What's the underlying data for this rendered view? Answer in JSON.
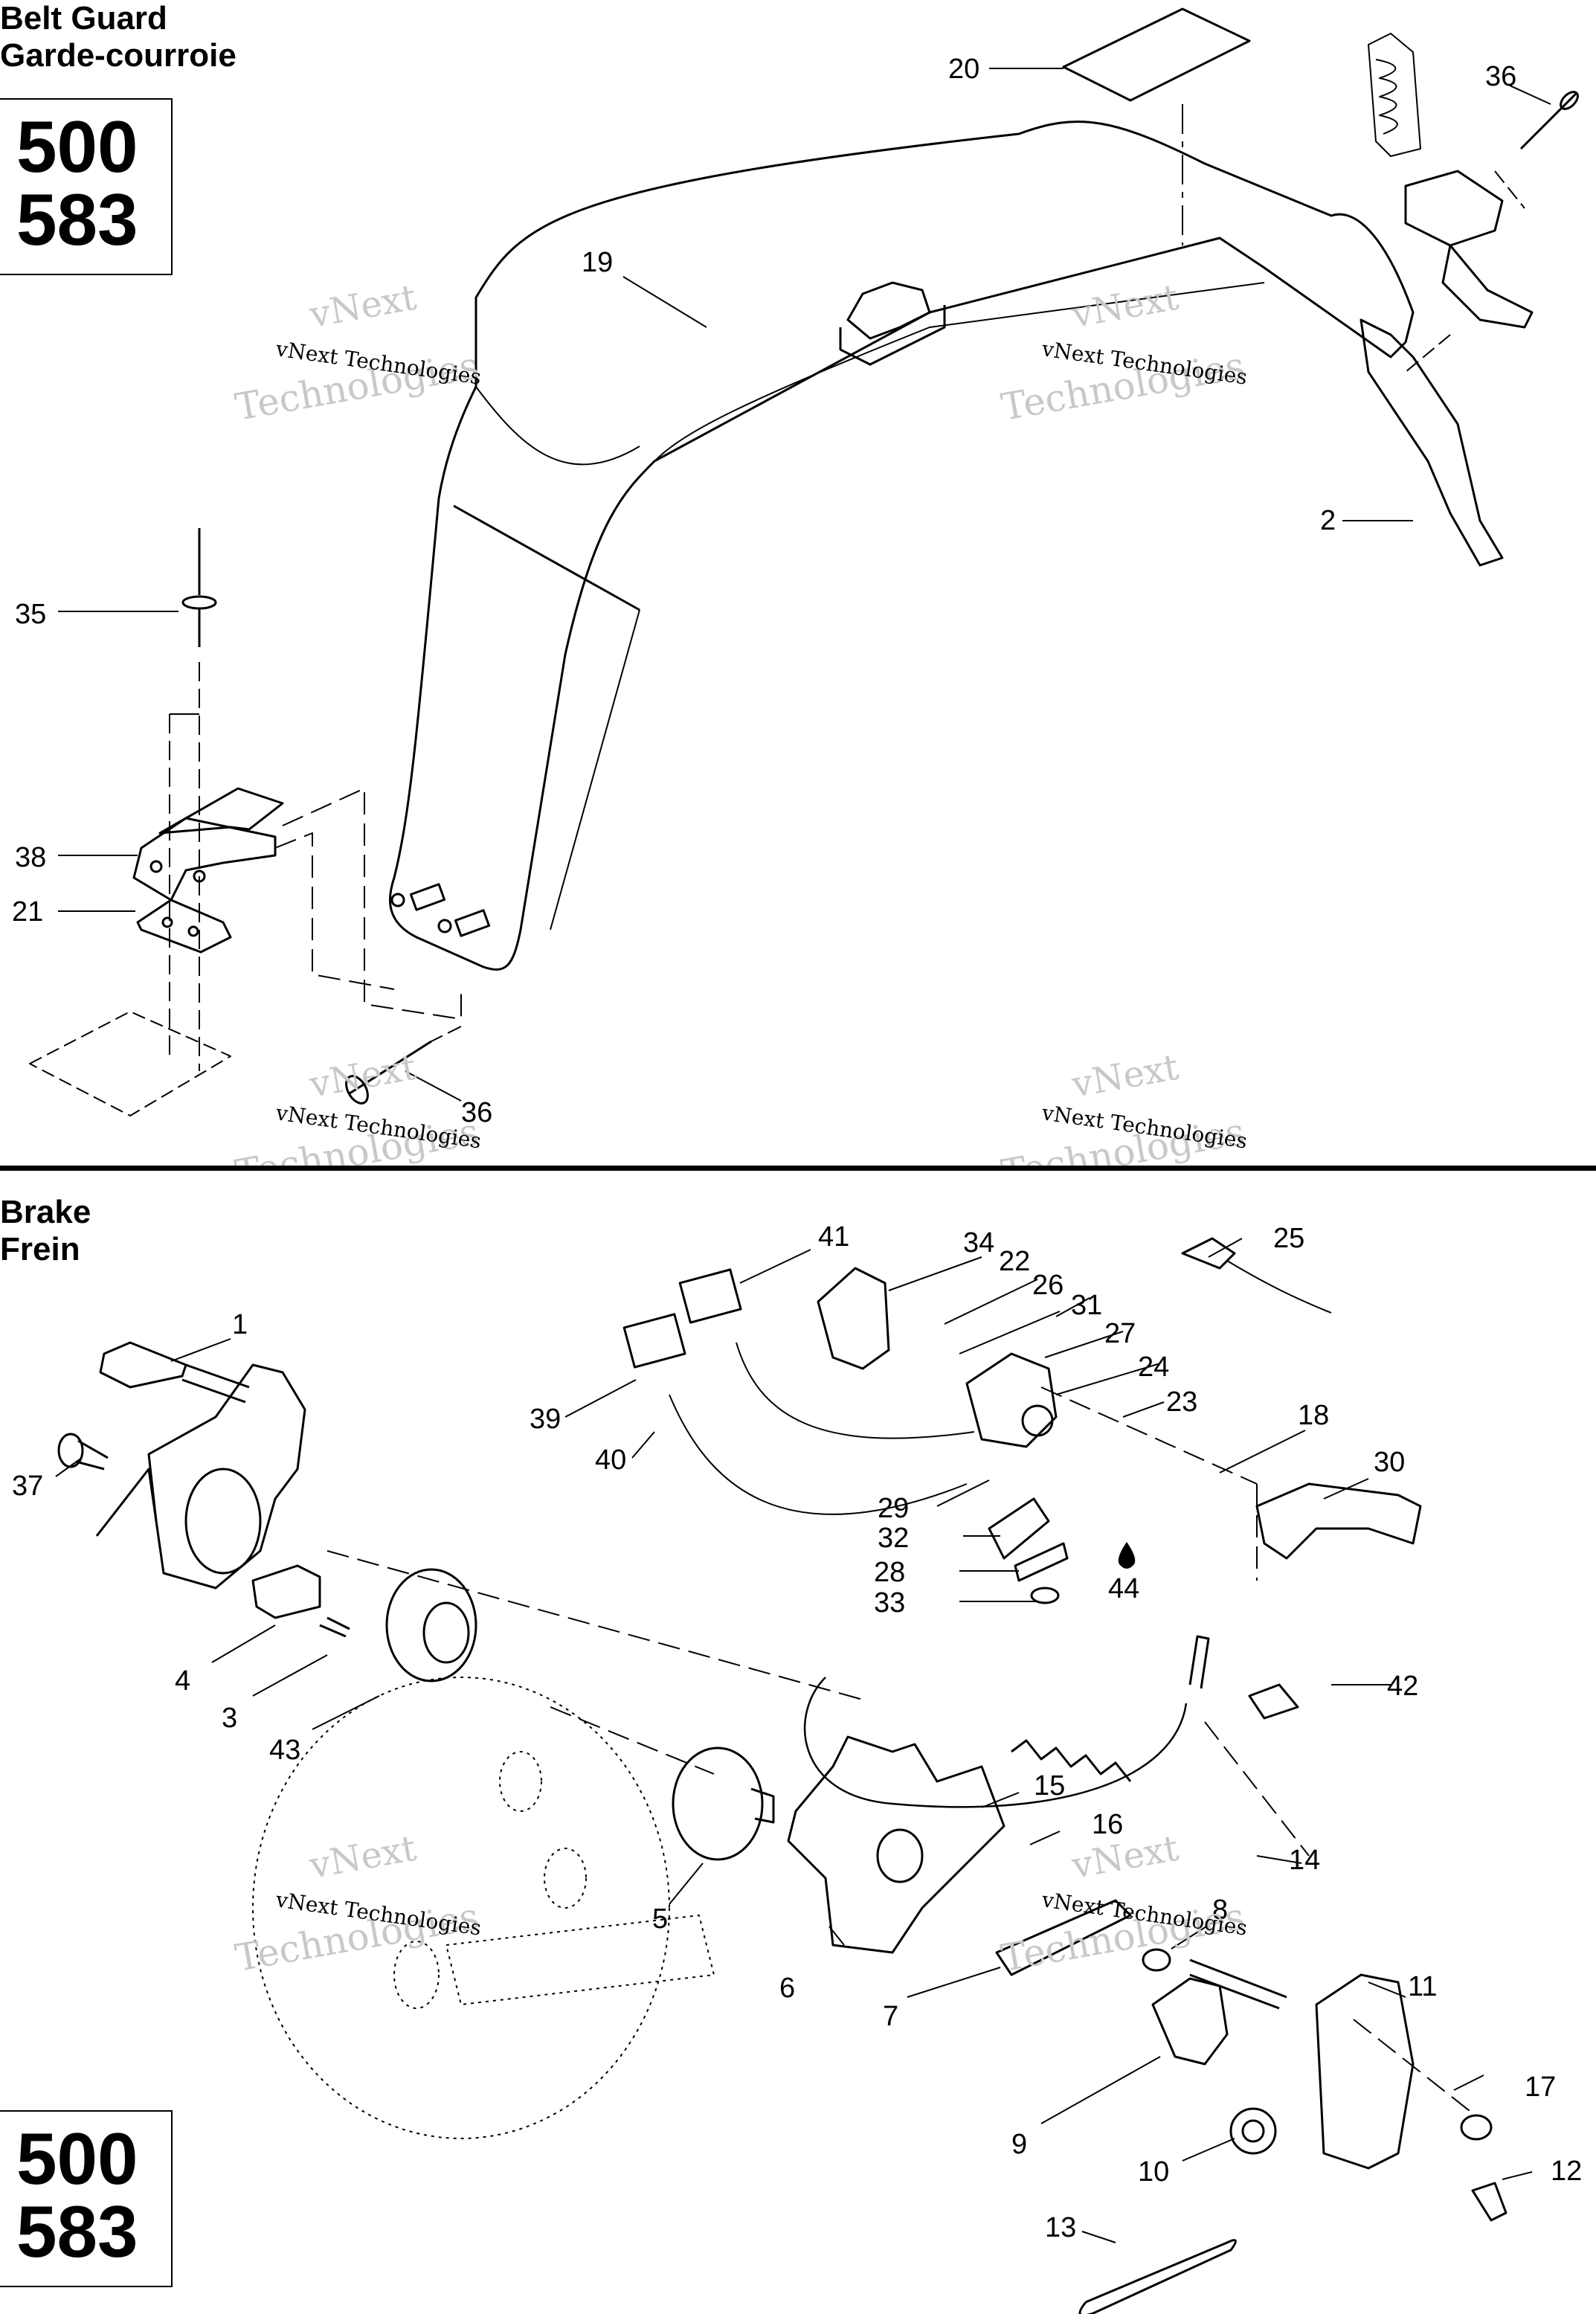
{
  "top": {
    "title_en": "Belt Guard",
    "title_fr": "Garde-courroie",
    "models": [
      "500",
      "583"
    ],
    "callouts": [
      {
        "id": "c20",
        "label": "20"
      },
      {
        "id": "c36a",
        "label": "36"
      },
      {
        "id": "c19",
        "label": "19"
      },
      {
        "id": "c2",
        "label": "2"
      },
      {
        "id": "c35",
        "label": "35"
      },
      {
        "id": "c38",
        "label": "38"
      },
      {
        "id": "c21",
        "label": "21"
      },
      {
        "id": "c36b",
        "label": "36"
      }
    ]
  },
  "bottom": {
    "title_en": "Brake",
    "title_fr": "Frein",
    "models": [
      "500",
      "583"
    ],
    "callouts": [
      {
        "id": "c41",
        "label": "41"
      },
      {
        "id": "c34",
        "label": "34"
      },
      {
        "id": "c22",
        "label": "22"
      },
      {
        "id": "c26",
        "label": "26"
      },
      {
        "id": "c25",
        "label": "25"
      },
      {
        "id": "c31",
        "label": "31"
      },
      {
        "id": "c27",
        "label": "27"
      },
      {
        "id": "c24",
        "label": "24"
      },
      {
        "id": "c23",
        "label": "23"
      },
      {
        "id": "c1",
        "label": "1"
      },
      {
        "id": "c39",
        "label": "39"
      },
      {
        "id": "c18",
        "label": "18"
      },
      {
        "id": "c37",
        "label": "37"
      },
      {
        "id": "c40",
        "label": "40"
      },
      {
        "id": "c30",
        "label": "30"
      },
      {
        "id": "c29",
        "label": "29"
      },
      {
        "id": "c32",
        "label": "32"
      },
      {
        "id": "c28",
        "label": "28"
      },
      {
        "id": "c44",
        "label": "44"
      },
      {
        "id": "c33",
        "label": "33"
      },
      {
        "id": "c42",
        "label": "42"
      },
      {
        "id": "c4",
        "label": "4"
      },
      {
        "id": "c3",
        "label": "3"
      },
      {
        "id": "c43",
        "label": "43"
      },
      {
        "id": "c15",
        "label": "15"
      },
      {
        "id": "c16",
        "label": "16"
      },
      {
        "id": "c14",
        "label": "14"
      },
      {
        "id": "c5",
        "label": "5"
      },
      {
        "id": "c8",
        "label": "8"
      },
      {
        "id": "c11",
        "label": "11"
      },
      {
        "id": "c6",
        "label": "6"
      },
      {
        "id": "c7",
        "label": "7"
      },
      {
        "id": "c17",
        "label": "17"
      },
      {
        "id": "c9",
        "label": "9"
      },
      {
        "id": "c10",
        "label": "10"
      },
      {
        "id": "c12",
        "label": "12"
      },
      {
        "id": "c13",
        "label": "13"
      }
    ]
  },
  "watermark": {
    "line1": "vNext Technologies",
    "line2": "vNext",
    "line3": "Technologies"
  }
}
